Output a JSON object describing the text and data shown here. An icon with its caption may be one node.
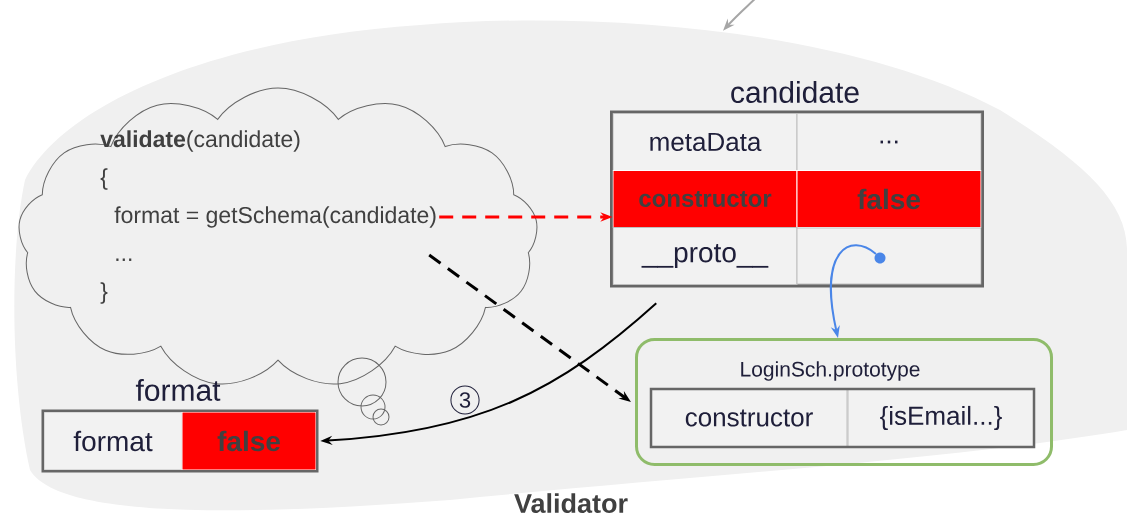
{
  "diagram": {
    "nodes": [
      {
        "text": [
          "Validator"
        ]
      },
      {
        "text": [
          "**validate**(candidate)",
          "{",
          "format = getSchema(candidate)",
          "...",
          "}"
        ],
        "in": 0
      },
      {
        "text": [
          "candidate"
        ],
        "in": 0
      },
      {
        "text": [
          "metaData"
        ],
        "in": 2
      },
      {
        "text": [
          "..."
        ],
        "in": 2
      },
      {
        "text": [
          "constructor"
        ],
        "in": 2
      },
      {
        "text": [
          "false"
        ],
        "in": 2
      },
      {
        "text": [
          "__proto__"
        ],
        "in": 2
      },
      {
        "text": [],
        "shape": "circle",
        "in": 2
      },
      {
        "text": [
          "LoginSch.prototype"
        ],
        "in": 0
      },
      {
        "text": [
          "constructor"
        ],
        "in": 9
      },
      {
        "text": [
          "{isEmail...}"
        ],
        "in": 9
      },
      {
        "text": [
          "format"
        ],
        "in": 0
      },
      {
        "text": [
          "format"
        ],
        "in": 12
      },
      {
        "text": [
          "false"
        ],
        "in": 12
      }
    ],
    "edges": [
      {
        "from": null,
        "to": 0,
        "arrow": "to",
        "color": "#a6a6a6"
      },
      {
        "from": 1,
        "to": 5,
        "arrow": "to",
        "style": "dashed",
        "color": "#ff0000"
      },
      {
        "from": 1,
        "to": 9,
        "arrow": "to",
        "style": "dashed"
      },
      {
        "from": 2,
        "to": 12,
        "arrow": "to",
        "label": "3"
      },
      {
        "from": 8,
        "to": 9,
        "arrow": "to",
        "color": "#4a86e8"
      }
    ]
  }
}
